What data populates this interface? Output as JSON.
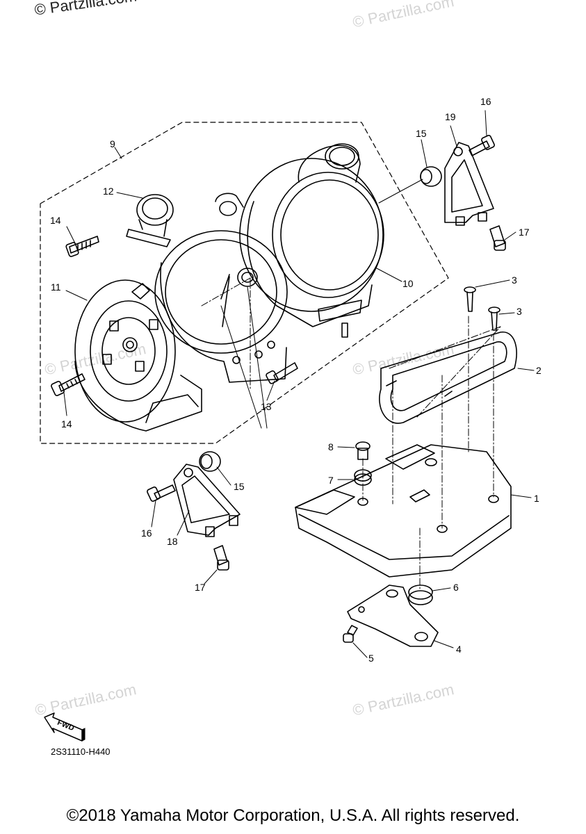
{
  "watermark": {
    "top_left": "© Partzilla.com",
    "repeat": "© Partzilla.com"
  },
  "callouts": {
    "c1": "1",
    "c2": "2",
    "c3a": "3",
    "c3b": "3",
    "c4": "4",
    "c5": "5",
    "c6": "6",
    "c7": "7",
    "c8": "8",
    "c9": "9",
    "c10": "10",
    "c11": "11",
    "c12": "12",
    "c13": "13",
    "c14a": "14",
    "c14b": "14",
    "c15a": "15",
    "c15b": "15",
    "c16a": "16",
    "c16b": "16",
    "c17a": "17",
    "c17b": "17",
    "c18": "18",
    "c19": "19"
  },
  "fwd_label": "FWD",
  "drawing_code": "2S31110-H440",
  "copyright": "©2018 Yamaha Motor Corporation, U.S.A. All rights reserved."
}
